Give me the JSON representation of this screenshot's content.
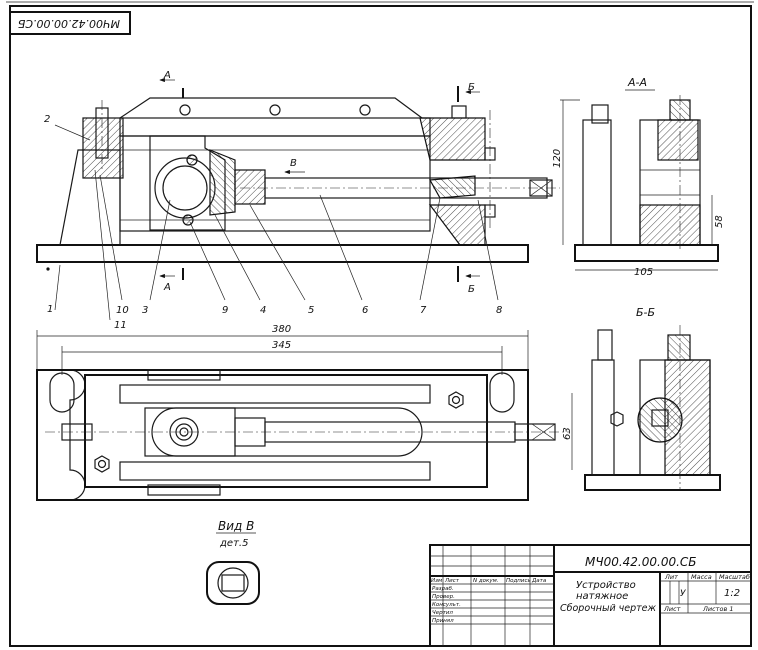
{
  "stamp": {
    "code_mirrored": "МЧ00.42.00.00.СБ"
  },
  "section_marks": {
    "a": "А",
    "b": "Б",
    "view_arrow": "В"
  },
  "section_titles": {
    "aa": "А-А",
    "bb": "Б-Б"
  },
  "dimensions": {
    "d120": "120",
    "d58": "58",
    "d105": "105",
    "d380": "380",
    "d345": "345",
    "d63": "63"
  },
  "part_numbers": [
    "1",
    "2",
    "3",
    "4",
    "5",
    "6",
    "7",
    "8",
    "9",
    "10",
    "11"
  ],
  "view_label": {
    "title": "Вид В",
    "subtitle": "дет.5"
  },
  "title_block": {
    "code": "МЧ00.42.00.00.СБ",
    "name_line1": "Устройство",
    "name_line2": "натяжное",
    "name_line3": "Сборочный чертеж",
    "col_headers": [
      "Изм",
      "Лист",
      "N докум.",
      "Подпись",
      "Дата"
    ],
    "roles": [
      "Разраб.",
      "Провер.",
      "Консульт.",
      "Чертил",
      "Принял"
    ],
    "lit_label": "Лит",
    "lit_value": "У",
    "mass_label": "Масса",
    "scale_label": "Масштаб",
    "scale_value": "1:2",
    "sheet_label": "Лист",
    "sheets_label": "Листов 1"
  }
}
